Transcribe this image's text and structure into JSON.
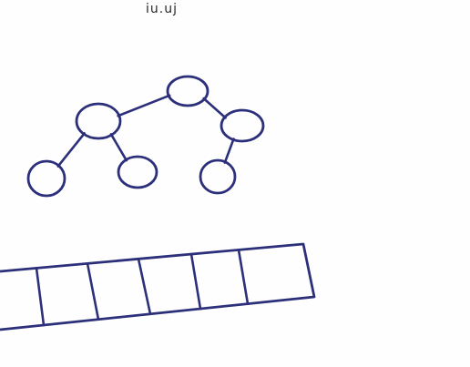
{
  "header_scribble": "iu.uj",
  "colors": {
    "ink": "#2c2f7a",
    "paper": "#fefefe"
  },
  "tree": {
    "nodes": [
      {
        "id": "root"
      },
      {
        "id": "left-child"
      },
      {
        "id": "right-child"
      },
      {
        "id": "left-left-leaf"
      },
      {
        "id": "left-right-leaf"
      },
      {
        "id": "right-left-leaf"
      }
    ],
    "edges": [
      [
        "root",
        "left-child"
      ],
      [
        "root",
        "right-child"
      ],
      [
        "left-child",
        "left-left-leaf"
      ],
      [
        "left-child",
        "left-right-leaf"
      ],
      [
        "right-child",
        "right-left-leaf"
      ]
    ]
  },
  "array": {
    "cell_count": 6,
    "cell_values": [
      "",
      "",
      "",
      "",
      "",
      ""
    ]
  }
}
